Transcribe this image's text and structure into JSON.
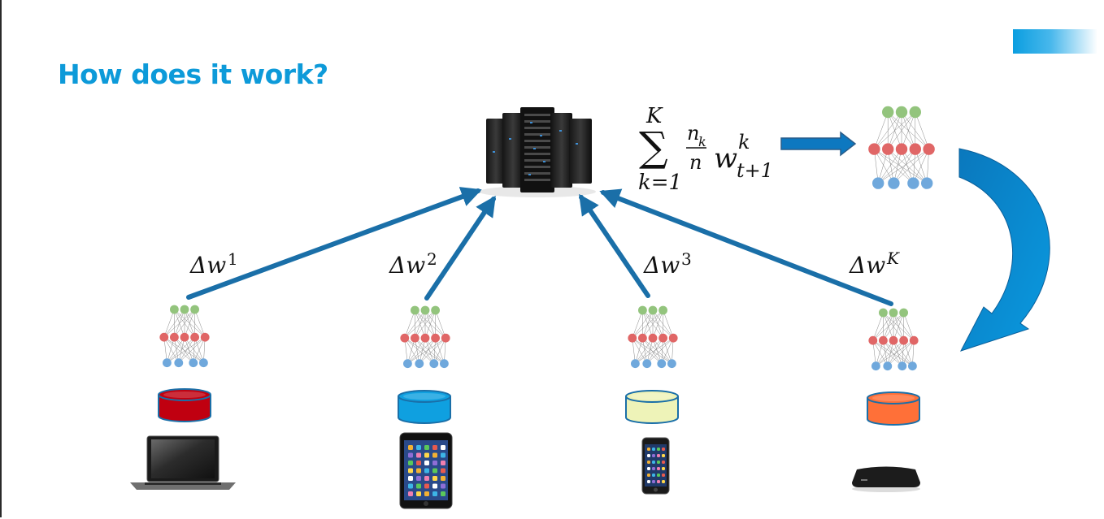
{
  "title": "How does it work?",
  "colors": {
    "title": "#0d9ad9",
    "arrow": "#1a6fa8",
    "node_input": "#6fa8dc",
    "node_hidden": "#e06666",
    "node_output": "#93c47d"
  },
  "formula": {
    "upper_limit": "K",
    "lower_limit": "k=1",
    "operator": "∑",
    "frac_num": "n",
    "frac_num_sub": "k",
    "frac_den": "n",
    "var": "w",
    "var_sup": "k",
    "var_sub": "t+1"
  },
  "server": {
    "icon": "server-rack-icon"
  },
  "clients": [
    {
      "update_label": "Δw",
      "update_sup": "1",
      "data_color": "#c00010",
      "device": "laptop-icon"
    },
    {
      "update_label": "Δw",
      "update_sup": "2",
      "data_color": "#0fa0e0",
      "device": "tablet-icon"
    },
    {
      "update_label": "Δw",
      "update_sup": "3",
      "data_color": "#eef3b8",
      "device": "smartphone-icon"
    },
    {
      "update_label": "Δw",
      "update_sup": "K",
      "data_color": "#ff7038",
      "device": "set-top-box-icon"
    }
  ]
}
